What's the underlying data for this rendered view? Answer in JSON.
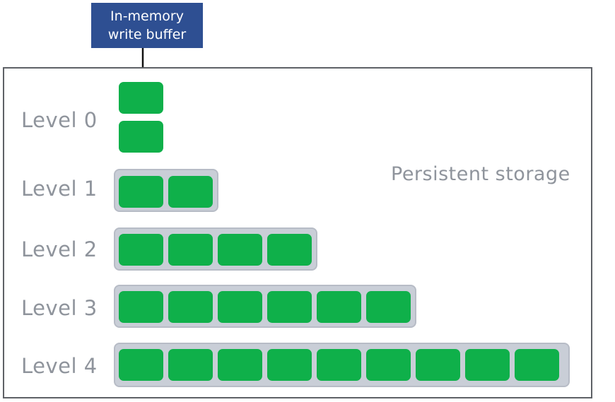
{
  "buffer": {
    "line1": "In-memory",
    "line2": "write buffer",
    "color": "#2e4f92"
  },
  "storage": {
    "label": "Persistent storage"
  },
  "levels": [
    {
      "label": "Level 0",
      "blocks": 2
    },
    {
      "label": "Level 1",
      "blocks": 2
    },
    {
      "label": "Level 2",
      "blocks": 4
    },
    {
      "label": "Level 3",
      "blocks": 6
    },
    {
      "label": "Level 4",
      "blocks": 9
    }
  ],
  "colors": {
    "block": "#0fb04a",
    "tray": "#c9ced7",
    "label": "#8f949c"
  }
}
